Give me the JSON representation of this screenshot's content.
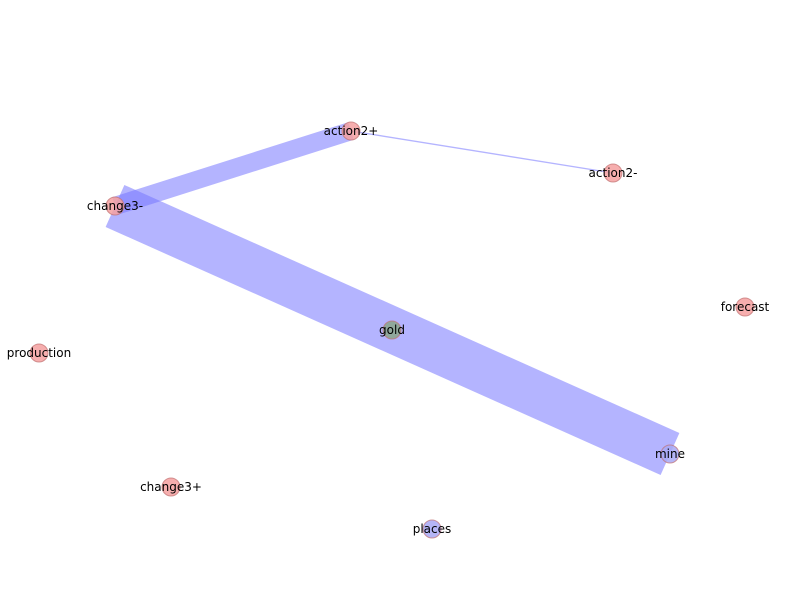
{
  "nodes": [
    {
      "id": "action2+",
      "label": "action2+",
      "color": "#f4a0a0"
    },
    {
      "id": "action2-",
      "label": "action2-",
      "color": "#f4a0a0"
    },
    {
      "id": "change3-",
      "label": "change3-",
      "color": "#f4a0a0"
    },
    {
      "id": "forecast",
      "label": "forecast",
      "color": "#f4a0a0"
    },
    {
      "id": "gold",
      "label": "gold",
      "color": "#8aa58a"
    },
    {
      "id": "production",
      "label": "production",
      "color": "#f4a0a0"
    },
    {
      "id": "mine",
      "label": "mine",
      "color": "#a8a8f4"
    },
    {
      "id": "change3+",
      "label": "change3+",
      "color": "#f4a0a0"
    },
    {
      "id": "places",
      "label": "places",
      "color": "#a8a8f4"
    }
  ],
  "edges": [
    {
      "source": "change3-",
      "target": "mine",
      "weight": 10,
      "color": "#7777ff"
    },
    {
      "source": "change3-",
      "target": "action2+",
      "weight": 4,
      "color": "#7777ff"
    },
    {
      "source": "action2+",
      "target": "action2-",
      "weight": 0.3,
      "color": "#7777ff"
    }
  ]
}
